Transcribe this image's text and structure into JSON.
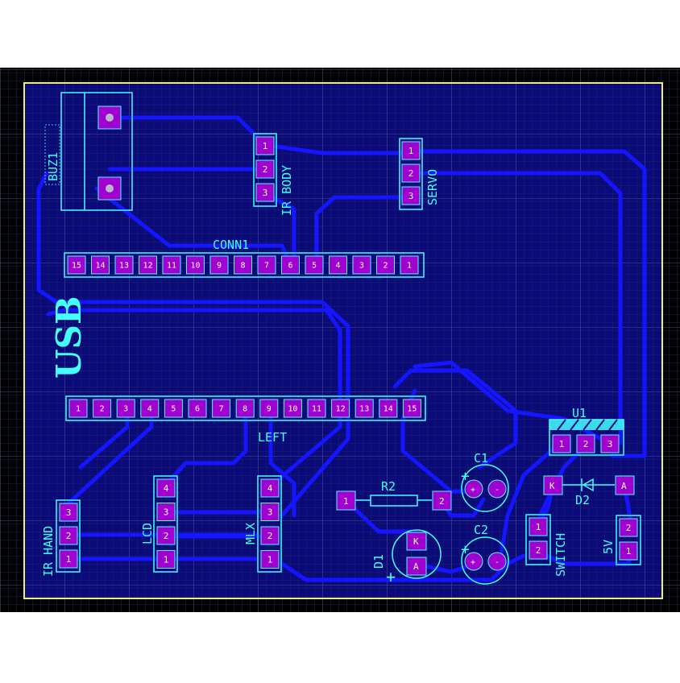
{
  "board": {
    "colors": {
      "page_bg": "#ffffff",
      "canvas_bg": "#000000",
      "grid": "#1e2a5a",
      "grid_major": "#6b7190",
      "board_fill": "#0a0a7a",
      "outline": "#f2ee7a",
      "trace": "#1515ff",
      "pad": "#a000d0",
      "silk": "#44ffff",
      "pad_text": "#ffffff"
    },
    "logo_text": "USB"
  },
  "components": {
    "buz1": {
      "label": "BUZ1"
    },
    "ir_body": {
      "label": "IR BODY",
      "pins": [
        "1",
        "2",
        "3"
      ]
    },
    "servo": {
      "label": "SERVO",
      "pins": [
        "1",
        "2",
        "3"
      ]
    },
    "conn1": {
      "label": "CONN1",
      "pins": [
        "15",
        "14",
        "13",
        "12",
        "11",
        "10",
        "9",
        "8",
        "7",
        "6",
        "5",
        "4",
        "3",
        "2",
        "1"
      ]
    },
    "left": {
      "label": "LEFT",
      "pins": [
        "1",
        "2",
        "3",
        "4",
        "5",
        "6",
        "7",
        "8",
        "9",
        "10",
        "11",
        "12",
        "13",
        "14",
        "15"
      ]
    },
    "u1": {
      "label": "U1",
      "pins": [
        "1",
        "2",
        "3"
      ]
    },
    "c1": {
      "label": "C1",
      "plus": "+"
    },
    "c2": {
      "label": "C2",
      "plus": "+"
    },
    "r2": {
      "label": "R2",
      "pins": [
        "1",
        "2"
      ]
    },
    "d2": {
      "label": "D2",
      "pin_k": "K",
      "pin_a": "A"
    },
    "d1": {
      "label": "D1",
      "pin_k": "K",
      "pin_a": "A",
      "plus": "+"
    },
    "ir_hand": {
      "label": "IR HAND",
      "pins": [
        "3",
        "2",
        "1"
      ]
    },
    "lcd": {
      "label": "LCD",
      "pins": [
        "4",
        "3",
        "2",
        "1"
      ]
    },
    "mlx": {
      "label": "MLX",
      "pins": [
        "4",
        "3",
        "2",
        "1"
      ]
    },
    "switch": {
      "label": "SWITCH",
      "pins": [
        "1",
        "2"
      ]
    },
    "fivev": {
      "label": "5V",
      "pins": [
        "2",
        "1"
      ]
    }
  }
}
